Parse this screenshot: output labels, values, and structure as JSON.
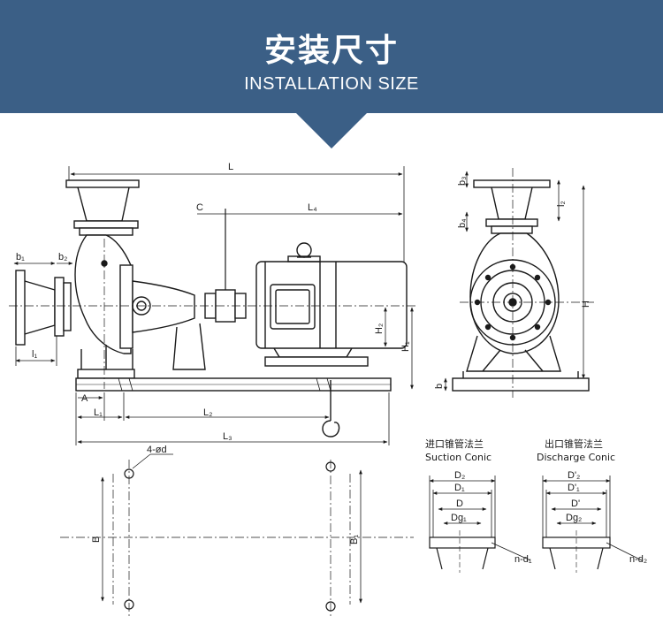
{
  "header": {
    "title_cn": "安装尺寸",
    "title_en": "INSTALLATION SIZE"
  },
  "colors": {
    "banner": "#3b5f86",
    "ink": "#1a1a1a"
  },
  "dimensions": {
    "L": "L",
    "L4": "L₄",
    "C": "C",
    "b1": "b₁",
    "b2": "b₂",
    "l1": "l₁",
    "A": "A",
    "L1": "L₁",
    "L2": "L₂",
    "L3": "L₃",
    "H2": "H₂",
    "H1": "H₁",
    "H": "H",
    "b3": "b₃",
    "b4": "b₄",
    "l2": "l₂",
    "b": "b",
    "holes": "4-ød",
    "B": "B",
    "B1": "B₁"
  },
  "suction": {
    "title_cn": "进口锥管法兰",
    "title_en": "Suction Conic",
    "d2": "D₂",
    "d1": "D₁",
    "d": "D",
    "dg": "Dg₁",
    "bolts": "n-d₁"
  },
  "discharge": {
    "title_cn": "出口锥管法兰",
    "title_en": "Discharge  Conic",
    "d2": "D'₂",
    "d1": "D'₁",
    "d": "D'",
    "dg": "Dg₂",
    "bolts": "n-d₂"
  }
}
